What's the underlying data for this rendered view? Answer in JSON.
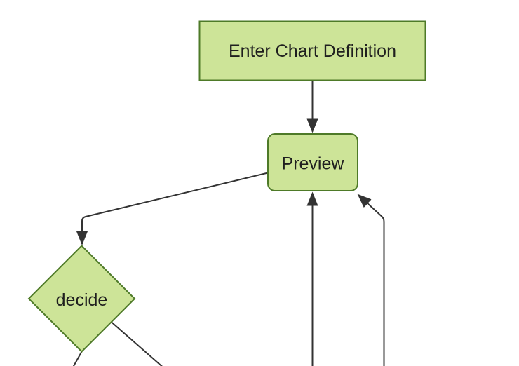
{
  "diagram": {
    "type": "flowchart",
    "background": "#ffffff",
    "nodes": [
      {
        "id": "enter-chart-definition",
        "label": "Enter Chart Definition",
        "shape": "rectangle"
      },
      {
        "id": "preview",
        "label": "Preview",
        "shape": "rounded-rectangle"
      },
      {
        "id": "decide",
        "label": "decide",
        "shape": "diamond"
      }
    ],
    "edges": [
      {
        "from": "Enter Chart Definition",
        "to": "Preview",
        "arrowhead": true
      },
      {
        "from": "Preview",
        "to": "decide",
        "arrowhead": true
      },
      {
        "from": "(offscreen bottom)",
        "to": "Preview",
        "arrowhead": true
      },
      {
        "from": "(offscreen bottom right)",
        "to": "Preview",
        "arrowhead": true
      },
      {
        "from": "decide",
        "to": "(offscreen bottom left)",
        "arrowhead": false
      },
      {
        "from": "decide",
        "to": "(offscreen bottom right)",
        "arrowhead": false
      }
    ],
    "colors": {
      "node_fill": "#cde498",
      "node_border": "#4e7a28",
      "edge": "#333333",
      "arrowhead": "#333333",
      "text": "#1f1f1f",
      "background": "#ffffff"
    }
  }
}
